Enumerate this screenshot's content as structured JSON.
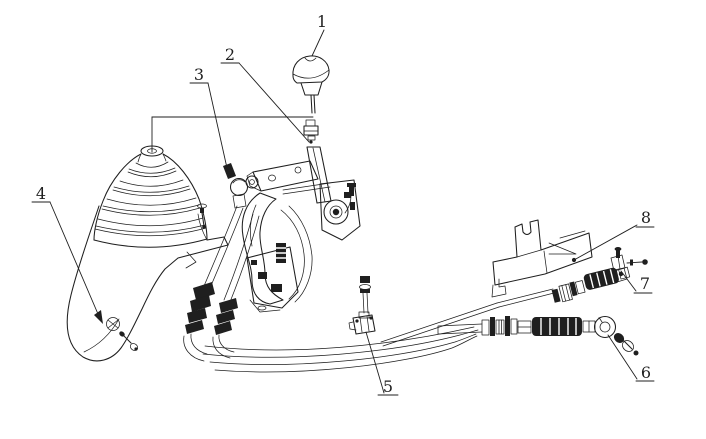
{
  "figure": {
    "kind": "exploded-parts-line-drawing",
    "colors": {
      "background": "#ffffff",
      "line": "#1f1f1f"
    }
  },
  "callouts": [
    {
      "label": "1"
    },
    {
      "label": "2"
    },
    {
      "label": "3"
    },
    {
      "label": "4"
    },
    {
      "label": "5"
    },
    {
      "label": "6"
    },
    {
      "label": "7"
    },
    {
      "label": "8"
    }
  ]
}
